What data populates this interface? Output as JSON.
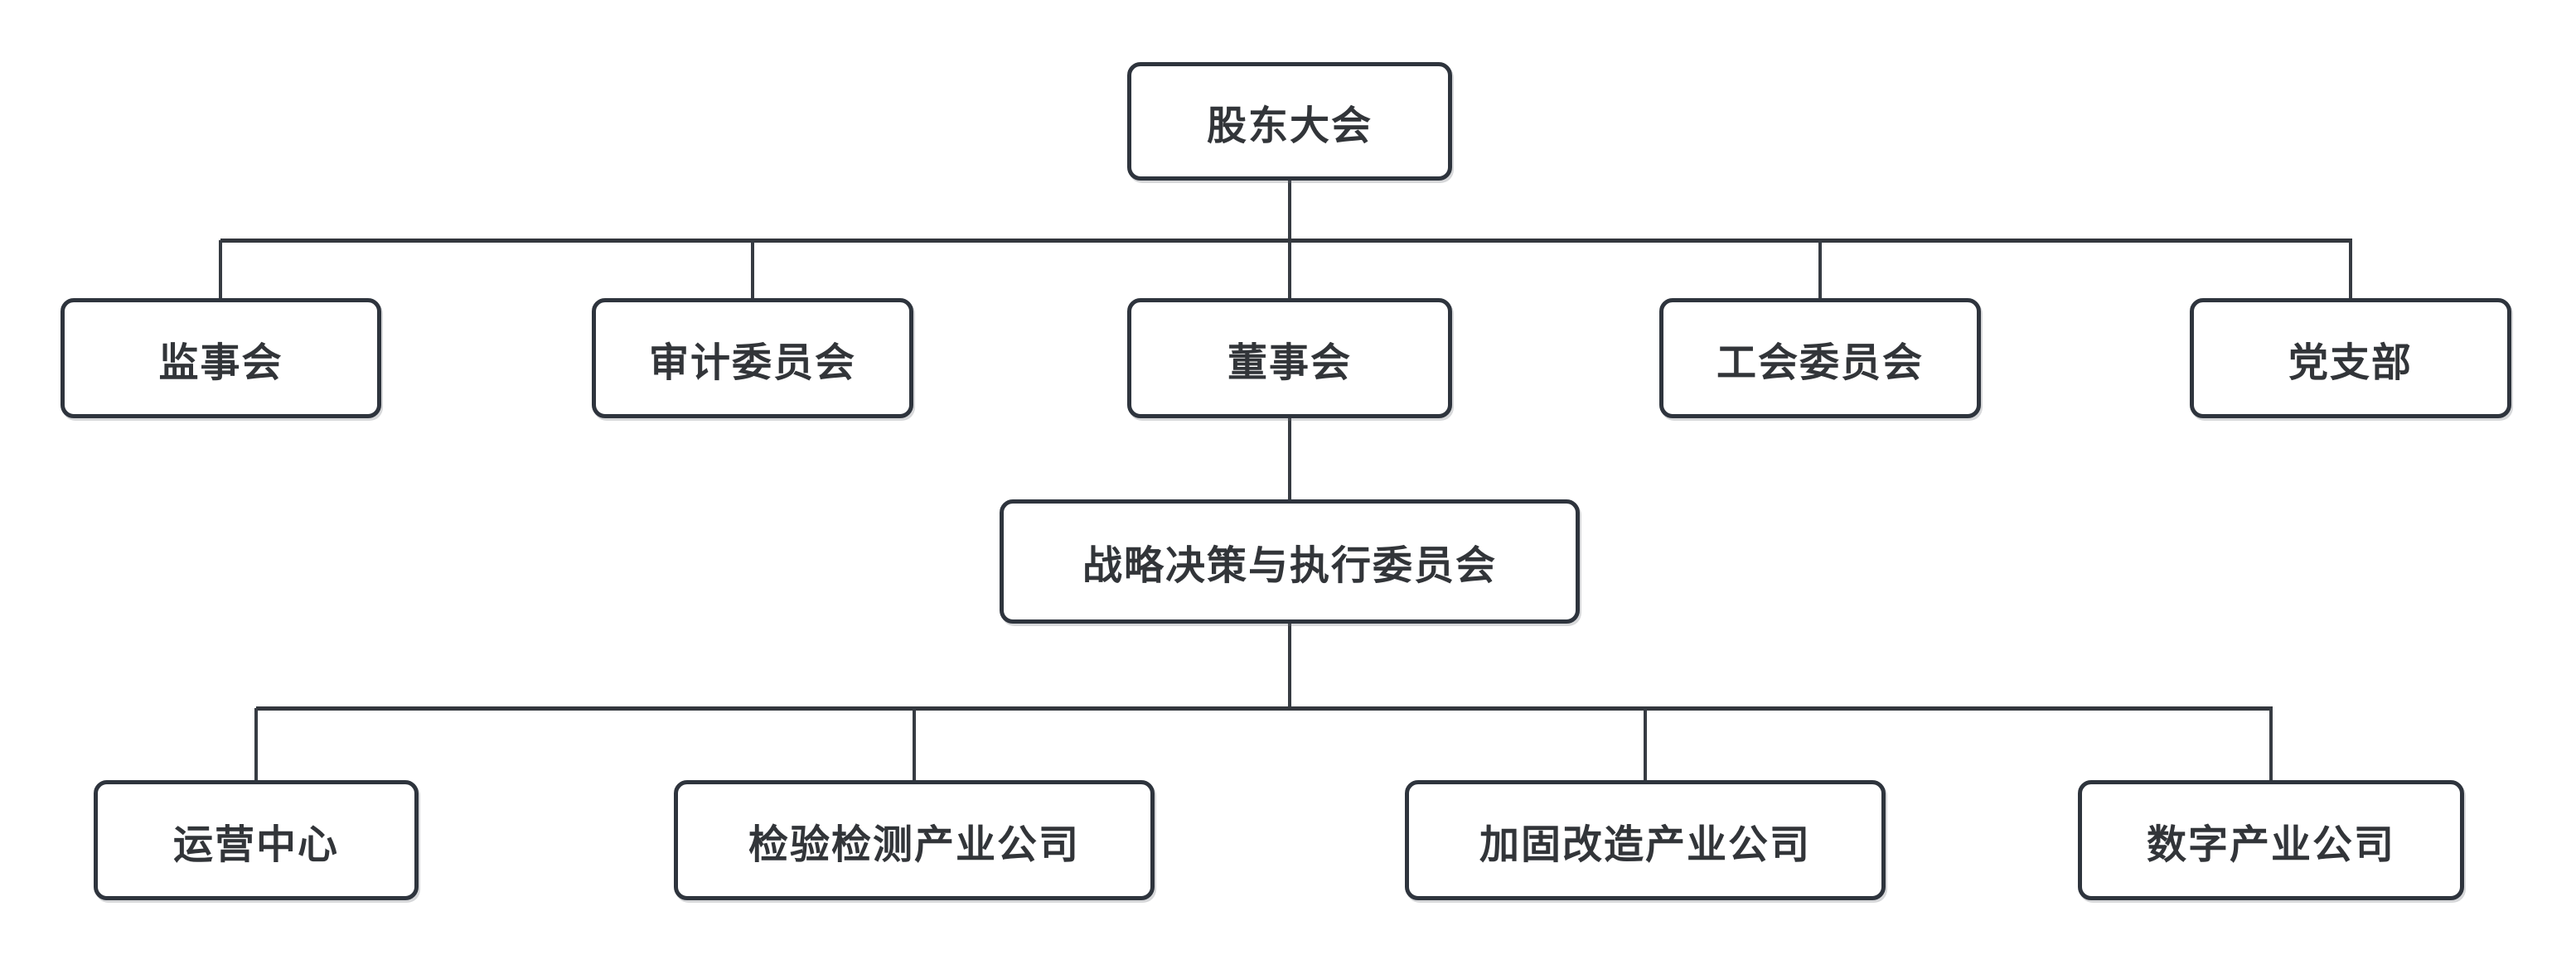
{
  "diagram": {
    "type": "org-chart",
    "colors": {
      "background": "#ffffff",
      "node_fill": "#ffffff",
      "node_border": "#2e343d",
      "connector": "#363b42",
      "text": "#323539"
    },
    "nodes": [
      {
        "id": "shareholders",
        "label": "股东大会",
        "level": 1,
        "parent": null
      },
      {
        "id": "supervisors",
        "label": "监事会",
        "level": 2,
        "parent": "shareholders"
      },
      {
        "id": "audit",
        "label": "审计委员会",
        "level": 2,
        "parent": "shareholders"
      },
      {
        "id": "board",
        "label": "董事会",
        "level": 2,
        "parent": "shareholders"
      },
      {
        "id": "union",
        "label": "工会委员会",
        "level": 2,
        "parent": "shareholders"
      },
      {
        "id": "party",
        "label": "党支部",
        "level": 2,
        "parent": "shareholders"
      },
      {
        "id": "strategy",
        "label": "战略决策与执行委员会",
        "level": 3,
        "parent": "board"
      },
      {
        "id": "operations",
        "label": "运营中心",
        "level": 4,
        "parent": "strategy"
      },
      {
        "id": "inspection",
        "label": "检验检测产业公司",
        "level": 4,
        "parent": "strategy"
      },
      {
        "id": "reinforce",
        "label": "加固改造产业公司",
        "level": 4,
        "parent": "strategy"
      },
      {
        "id": "digital",
        "label": "数字产业公司",
        "level": 4,
        "parent": "strategy"
      }
    ]
  }
}
